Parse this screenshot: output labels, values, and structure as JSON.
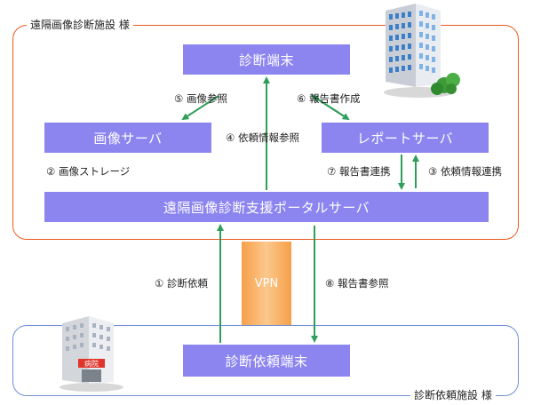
{
  "facility_top_label": "遠隔画像診断施設 様",
  "facility_bottom_label": "診断依頼施設 様",
  "nodes": {
    "diagnosis_terminal": "診断端末",
    "image_server": "画像サーバ",
    "report_server": "レポートサーバ",
    "portal_server": "遠隔画像診断支援ポータルサーバ",
    "request_terminal": "診断依頼端末",
    "vpn": "VPN"
  },
  "steps": {
    "s1": "① 診断依頼",
    "s2": "② 画像ストレージ",
    "s3": "③ 依頼情報連携",
    "s4": "④ 依頼情報参照",
    "s5": "⑤ 画像参照",
    "s6": "⑥ 報告書作成",
    "s7": "⑦ 報告書連携",
    "s8": "⑧ 報告書参照"
  },
  "hospital_sign": "病院",
  "colors": {
    "top_frame": "#f05a1e",
    "bottom_frame": "#6f8fd8",
    "box": "#8c85f0",
    "arrow": "#2f9e5a",
    "vpn": "#f6a04a"
  }
}
